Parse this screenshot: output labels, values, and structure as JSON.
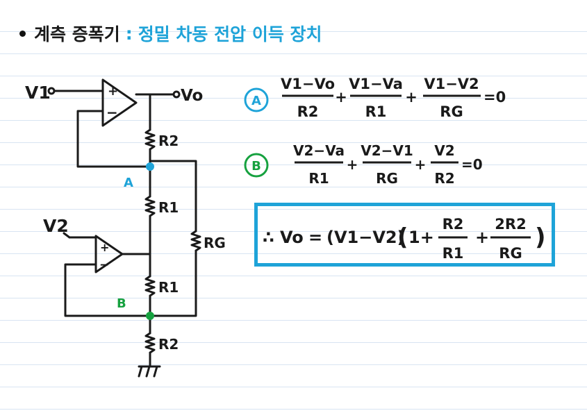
{
  "title": {
    "main": "계측 증폭기",
    "separator": ":",
    "sub": "정밀 차동 전압 이득 장치"
  },
  "circuit": {
    "inputs": {
      "v1": "V1",
      "v2": "V2"
    },
    "output": "Vo",
    "resistors": {
      "r2_top": "R2",
      "r1_upper": "R1",
      "r1_lower": "R1",
      "r2_bottom": "R2",
      "rg": "RG"
    },
    "opamp_signs": {
      "plus": "+",
      "minus": "−"
    },
    "nodes": {
      "a": "A",
      "b": "B"
    }
  },
  "equations": {
    "a": {
      "badge": "A",
      "terms": [
        {
          "num": "V1−Vo",
          "den": "R2"
        },
        {
          "num": "V1−Va",
          "den": "R1"
        },
        {
          "num": "V1−V2",
          "den": "RG"
        }
      ],
      "ops": [
        "+",
        "+"
      ],
      "rhs": "=0"
    },
    "b": {
      "badge": "B",
      "terms": [
        {
          "num": "V2−Va",
          "den": "R1"
        },
        {
          "num": "V2−V1",
          "den": "RG"
        },
        {
          "num": "V2",
          "den": "R2"
        }
      ],
      "ops": [
        "+",
        "+"
      ],
      "rhs": "=0"
    },
    "result": {
      "therefore": "∴",
      "lhs": "Vo",
      "eq": "=",
      "factor": "(V1−V2)",
      "open": "(",
      "one": "1+",
      "term1": {
        "num": "R2",
        "den": "R1"
      },
      "plus": "+",
      "term2": {
        "num": "2R2",
        "den": "RG"
      },
      "close": ")"
    }
  },
  "colors": {
    "ink": "#1a1a1a",
    "blue": "#1ea3d8",
    "green": "#16a13f",
    "ruled_line": "#d8e4f2"
  }
}
